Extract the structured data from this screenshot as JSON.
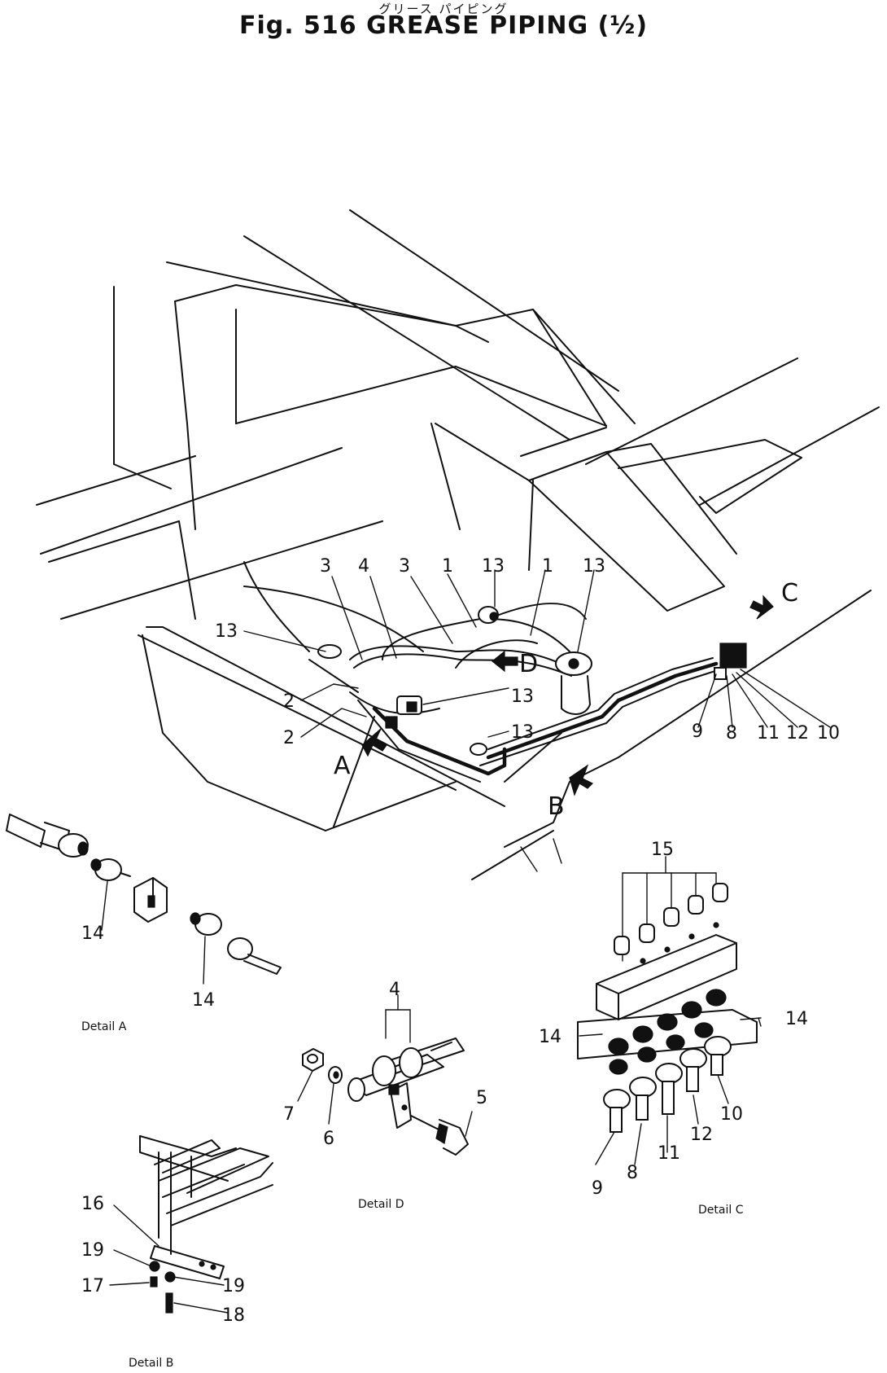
{
  "header": {
    "japanese_title": "グリース パイピング",
    "figure_title": "Fig. 516   GREASE PIPING (½)"
  },
  "view_arrows": {
    "a": "A",
    "b": "B",
    "c": "C",
    "d": "D"
  },
  "callouts": {
    "main": [
      "3",
      "4",
      "3",
      "1",
      "13",
      "1",
      "13",
      "13",
      "2",
      "2",
      "13",
      "13",
      "9",
      "8",
      "11",
      "12",
      "10"
    ],
    "detail_a": [
      "14",
      "14"
    ],
    "detail_c": [
      "15",
      "14",
      "14",
      "9",
      "8",
      "11",
      "12",
      "10"
    ],
    "detail_d": [
      "4",
      "7",
      "6",
      "5"
    ],
    "detail_b": [
      "16",
      "19",
      "17",
      "19",
      "18"
    ]
  },
  "detail_captions": {
    "detail_a": "Detail A",
    "detail_d": "Detail D",
    "detail_c": "Detail C",
    "detail_b": "Detail B"
  }
}
